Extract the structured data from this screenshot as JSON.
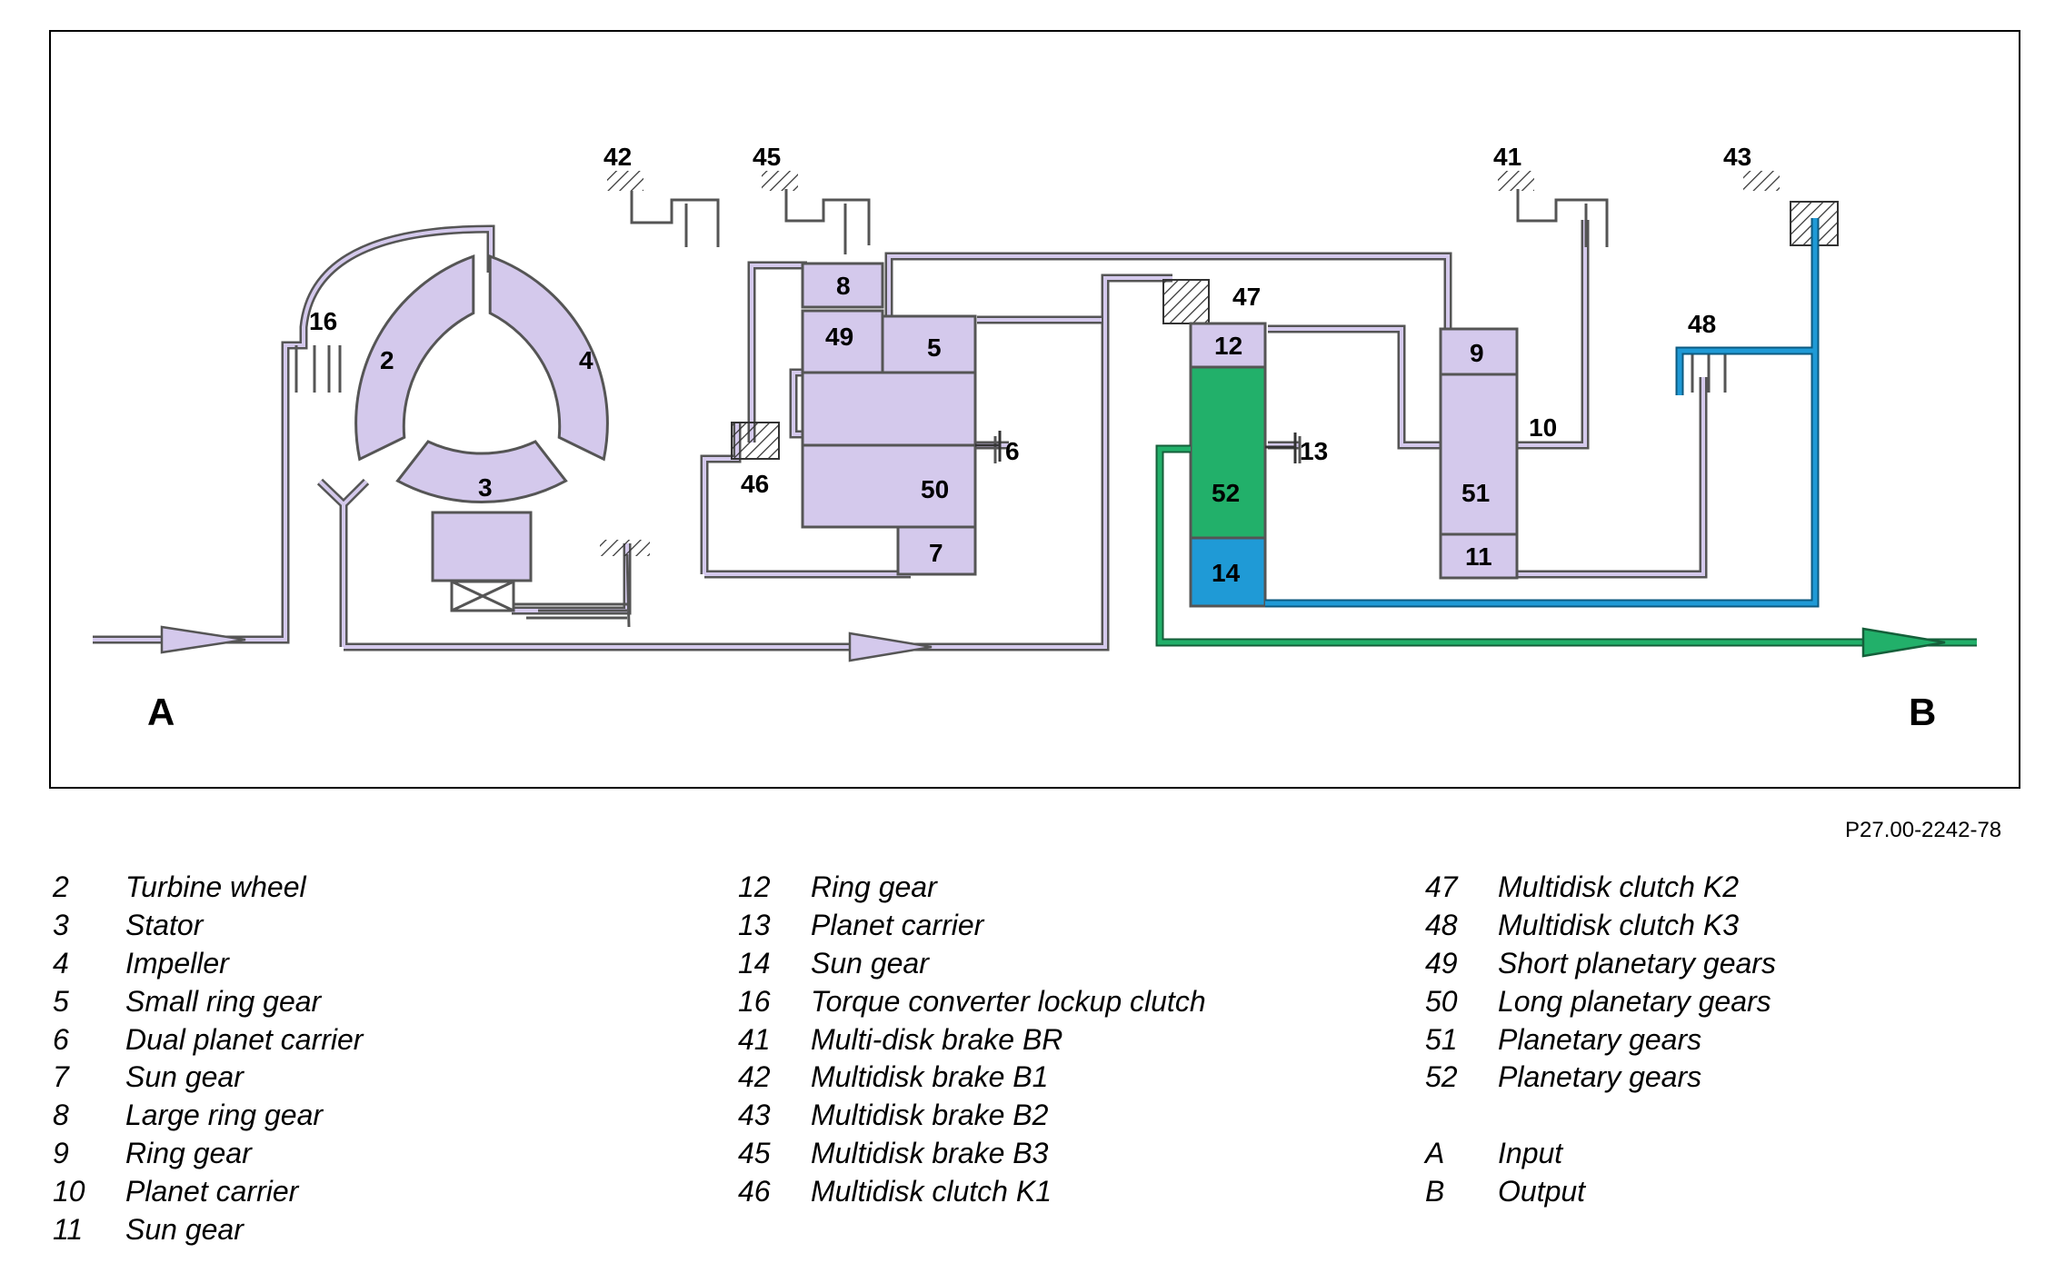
{
  "diagram": {
    "colors": {
      "lavender": "#d4c9ec",
      "green": "#22b06a",
      "blue": "#1f9ad6",
      "line": "#555555"
    },
    "labels": {
      "l2": "2",
      "l3": "3",
      "l4": "4",
      "l5": "5",
      "l6": "6",
      "l7": "7",
      "l8": "8",
      "l9": "9",
      "l10": "10",
      "l11": "11",
      "l12": "12",
      "l13": "13",
      "l14": "14",
      "l16": "16",
      "l41": "41",
      "l42": "42",
      "l43": "43",
      "l45": "45",
      "l46": "46",
      "l47": "47",
      "l48": "48",
      "l49": "49",
      "l50": "50",
      "l51": "51",
      "l52": "52",
      "input": "A",
      "output": "B"
    }
  },
  "reference_code": "P27.00-2242-78",
  "legend": {
    "col1": [
      {
        "key": "2",
        "text": "Turbine wheel"
      },
      {
        "key": "3",
        "text": "Stator"
      },
      {
        "key": "4",
        "text": "Impeller"
      },
      {
        "key": "5",
        "text": "Small ring gear"
      },
      {
        "key": "6",
        "text": "Dual planet carrier"
      },
      {
        "key": "7",
        "text": "Sun gear"
      },
      {
        "key": "8",
        "text": "Large ring gear"
      },
      {
        "key": "9",
        "text": "Ring gear"
      },
      {
        "key": "10",
        "text": "Planet carrier"
      },
      {
        "key": "11",
        "text": "Sun gear"
      }
    ],
    "col2": [
      {
        "key": "12",
        "text": "Ring gear"
      },
      {
        "key": "13",
        "text": "Planet carrier"
      },
      {
        "key": "14",
        "text": "Sun gear"
      },
      {
        "key": "16",
        "text": "Torque converter lockup clutch"
      },
      {
        "key": "41",
        "text": "Multi-disk brake BR"
      },
      {
        "key": "42",
        "text": "Multidisk brake B1"
      },
      {
        "key": "43",
        "text": "Multidisk brake B2"
      },
      {
        "key": "45",
        "text": "Multidisk brake B3"
      },
      {
        "key": "46",
        "text": "Multidisk clutch K1"
      }
    ],
    "col3": [
      {
        "key": "47",
        "text": "Multidisk clutch K2"
      },
      {
        "key": "48",
        "text": "Multidisk clutch K3"
      },
      {
        "key": "49",
        "text": "Short planetary gears"
      },
      {
        "key": "50",
        "text": "Long planetary gears"
      },
      {
        "key": "51",
        "text": "Planetary gears"
      },
      {
        "key": "52",
        "text": "Planetary gears"
      }
    ],
    "col3b": [
      {
        "key": "A",
        "text": "Input"
      },
      {
        "key": "B",
        "text": "Output"
      }
    ]
  }
}
